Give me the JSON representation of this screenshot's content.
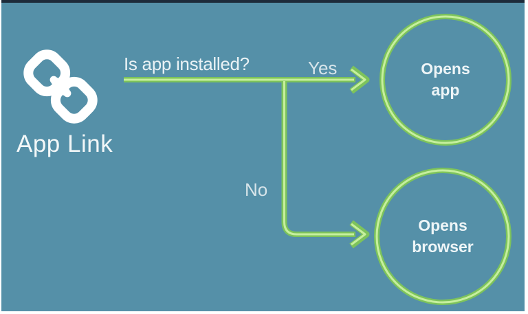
{
  "frame": {
    "background": "#5590a8",
    "top_bar_color": "#1d2b3a",
    "edge_color": "#ffffff",
    "line_green_dark": "#7dc35b",
    "line_green_light": "#c6ef9e",
    "icon_color": "#ffffff",
    "text_primary": "#eaf2f5",
    "text_secondary": "#d8e5ea"
  },
  "logo": {
    "icon": "chain-link-icon",
    "label": "App Link"
  },
  "flow": {
    "question": "Is app installed?",
    "branches": [
      {
        "label": "Yes"
      },
      {
        "label": "No"
      }
    ],
    "outcomes": [
      {
        "name": "app",
        "lines": [
          "Opens",
          "app"
        ]
      },
      {
        "name": "browser",
        "lines": [
          "Opens",
          "browser"
        ]
      }
    ]
  }
}
